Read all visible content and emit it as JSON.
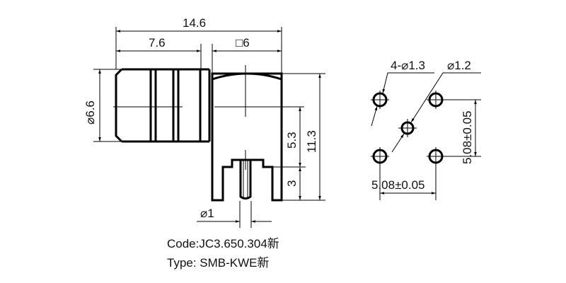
{
  "drawing": {
    "dimensions": {
      "total_length": "14.6",
      "body_length": "7.6",
      "square": "□6",
      "diameter_body": "⌀6.6",
      "height_upper": "5.3",
      "height_total": "11.3",
      "height_pins": "3",
      "pin_diameter": "⌀1"
    },
    "footprint": {
      "hole_outer_label": "4-⌀1.3",
      "hole_center_label": "⌀1.2",
      "pitch_vertical": "5.08±0.05",
      "pitch_horizontal": "5.08±0.05"
    },
    "caption": {
      "code": "Code:JC3.650.304新",
      "type": "Type: SMB-KWE新"
    }
  }
}
